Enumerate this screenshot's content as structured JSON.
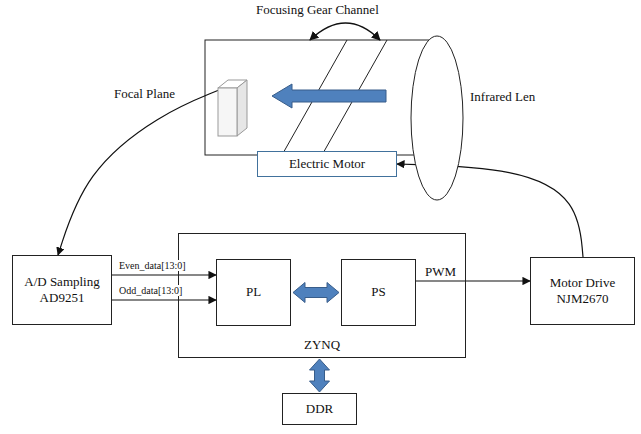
{
  "diagram": {
    "nodes": [
      {
        "text": [
          "Focal Plane"
        ]
      },
      {
        "text": [
          "Infrared Len"
        ]
      },
      {
        "text": [
          "Electric Motor"
        ]
      },
      {
        "text": [
          "A/D Sampling AD9251"
        ]
      },
      {
        "text": [
          "ZYNQ"
        ]
      },
      {
        "text": [
          "PL"
        ],
        "in": 4
      },
      {
        "text": [
          "PS"
        ],
        "in": 4
      },
      {
        "text": [
          "Motor Drive NJM2670"
        ]
      },
      {
        "text": [
          "DDR"
        ]
      }
    ],
    "edges": [
      {
        "from": 0,
        "to": 3,
        "arrow": "to"
      },
      {
        "from": 7,
        "to": 2,
        "arrow": "to"
      },
      {
        "from": 3,
        "to": 5,
        "label": "Even_data[13:0]",
        "arrow": "to"
      },
      {
        "from": 3,
        "to": 5,
        "label": "Odd_data[13:0]",
        "arrow": "to"
      },
      {
        "from": 5,
        "to": 6,
        "arrow": "both"
      },
      {
        "from": 6,
        "to": 7,
        "label": "PWM",
        "arrow": "to"
      },
      {
        "from": 4,
        "to": 8,
        "arrow": "both"
      }
    ],
    "labels": [
      "Focusing Gear Channel"
    ]
  }
}
